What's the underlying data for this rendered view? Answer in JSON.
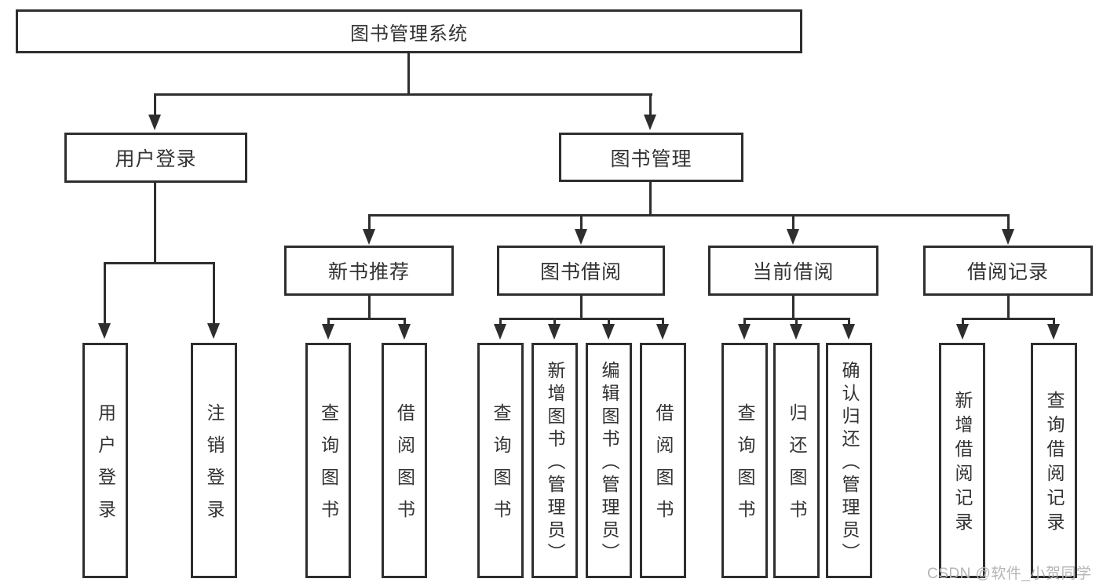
{
  "diagram": {
    "root": {
      "label": "图书管理系统"
    },
    "branches": [
      {
        "label": "用户登录",
        "children": [
          {
            "label": "用户登录"
          },
          {
            "label": "注销登录"
          }
        ]
      },
      {
        "label": "图书管理",
        "sections": [
          {
            "label": "新书推荐",
            "children": [
              {
                "label": "查询图书"
              },
              {
                "label": "借阅图书"
              }
            ]
          },
          {
            "label": "图书借阅",
            "children": [
              {
                "label": "查询图书"
              },
              {
                "label": "新增图书（管理员）"
              },
              {
                "label": "编辑图书（管理员）"
              },
              {
                "label": "借阅图书"
              }
            ]
          },
          {
            "label": "当前借阅",
            "children": [
              {
                "label": "查询图书"
              },
              {
                "label": "归还图书"
              },
              {
                "label": "确认归还（管理员）"
              }
            ]
          },
          {
            "label": "借阅记录",
            "children": [
              {
                "label": "新增借阅记录"
              },
              {
                "label": "查询借阅记录"
              }
            ]
          }
        ]
      }
    ]
  },
  "watermark": {
    "text": "CSDN @软件_小贺同学"
  },
  "colors": {
    "line": "#2e2e2e",
    "text": "#333333",
    "watermark": "#b5b5b5",
    "background": "#ffffff"
  }
}
